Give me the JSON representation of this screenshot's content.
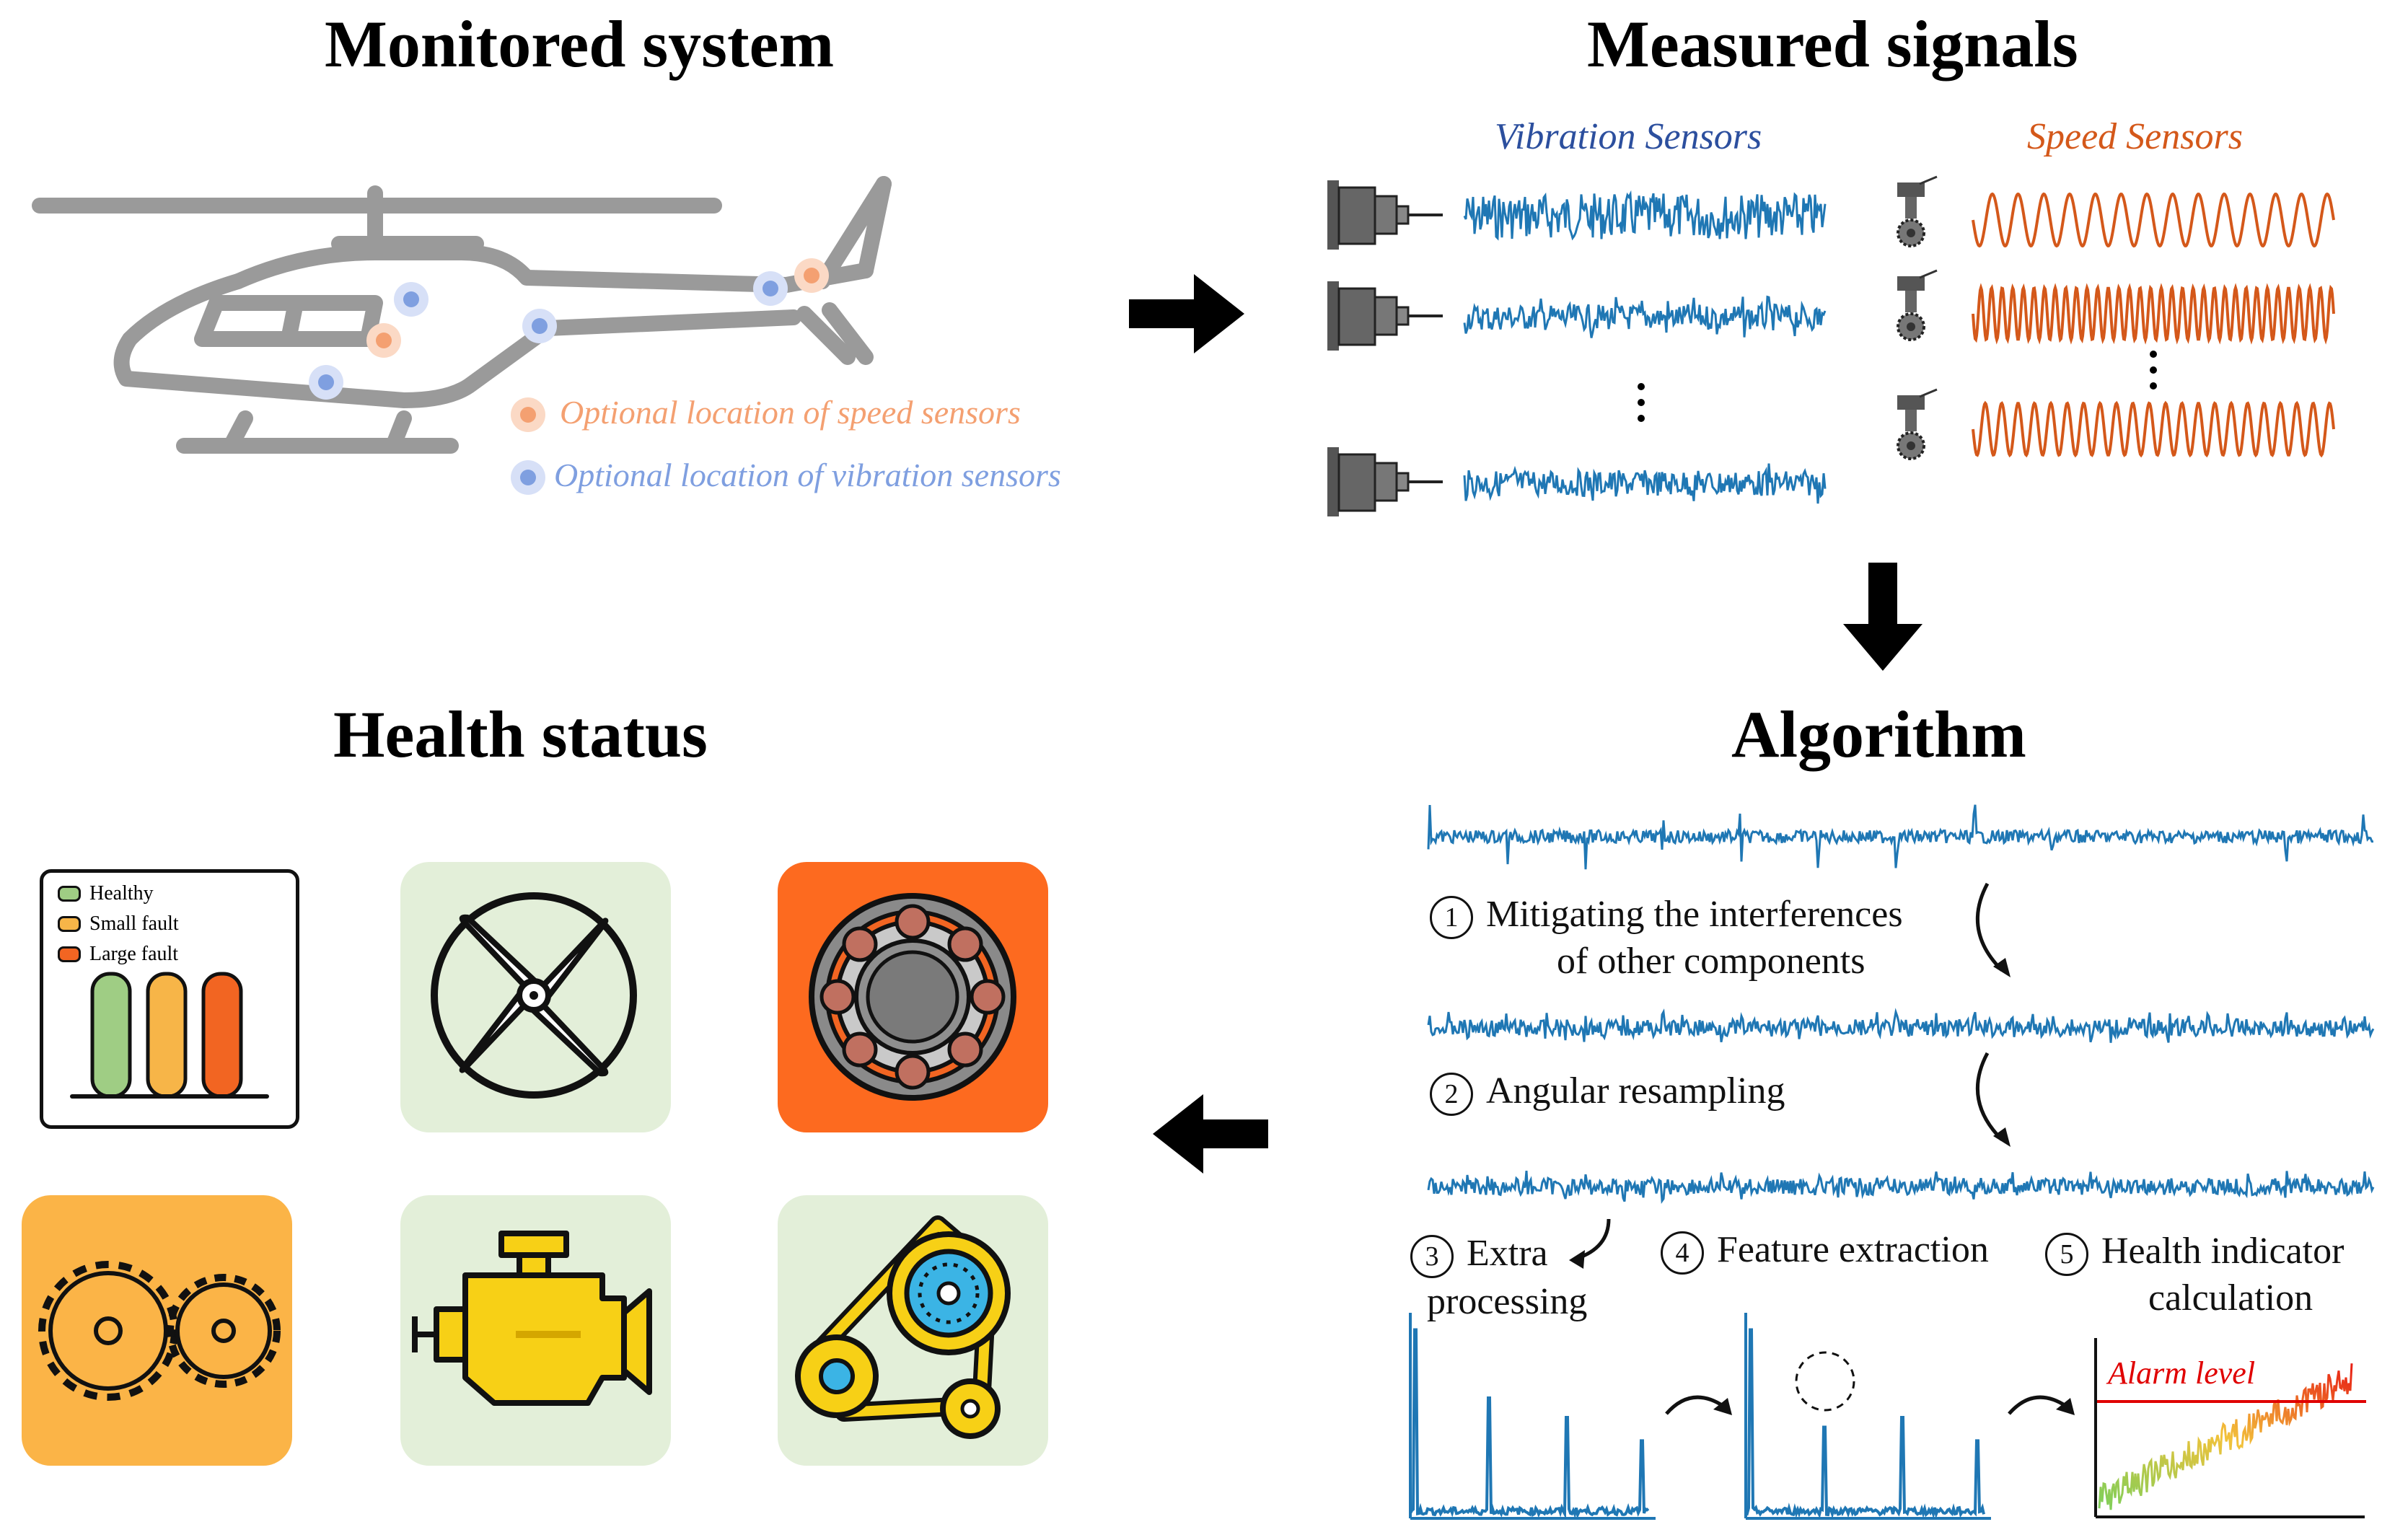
{
  "titles": {
    "monitored": "Monitored system",
    "measured": "Measured signals",
    "algorithm": "Algorithm",
    "health": "Health status"
  },
  "legend_helicopter": {
    "speed": "Optional location of speed sensors",
    "vibration": "Optional location of vibration sensors"
  },
  "sensor_labels": {
    "vibration": "Vibration Sensors",
    "speed": "Speed Sensors"
  },
  "steps": {
    "s1_num": "1",
    "s1_line1": "Mitigating the interferences",
    "s1_line2": "of other components",
    "s2_num": "2",
    "s2": "Angular resampling",
    "s3_num": "3",
    "s3_line1": "Extra",
    "s3_line2": "processing",
    "s4_num": "4",
    "s4": "Feature extraction",
    "s5_num": "5",
    "s5_line1": "Health indicator",
    "s5_line2": "calculation"
  },
  "alarm_label": "Alarm level",
  "status_chart": {
    "legend": [
      {
        "label": "Healthy",
        "color": "#9fcd84"
      },
      {
        "label": "Small fault",
        "color": "#f7b548"
      },
      {
        "label": "Large fault",
        "color": "#f26522"
      }
    ]
  },
  "colors": {
    "vibration": "#1f77b4",
    "speed": "#d4581a",
    "speed_dot": "#f4a071",
    "vib_dot": "#7f9fe0",
    "tile_green": "#e3efd9",
    "tile_orange": "#fd6a1f",
    "tile_amber": "#fbb447",
    "alarm": "#e00000"
  },
  "icons": [
    "helicopter-icon",
    "vibration-sensor-icon",
    "speed-sensor-icon",
    "bar-chart-icon",
    "fan-icon",
    "bearing-icon",
    "gears-icon",
    "engine-icon",
    "belt-drive-icon"
  ]
}
